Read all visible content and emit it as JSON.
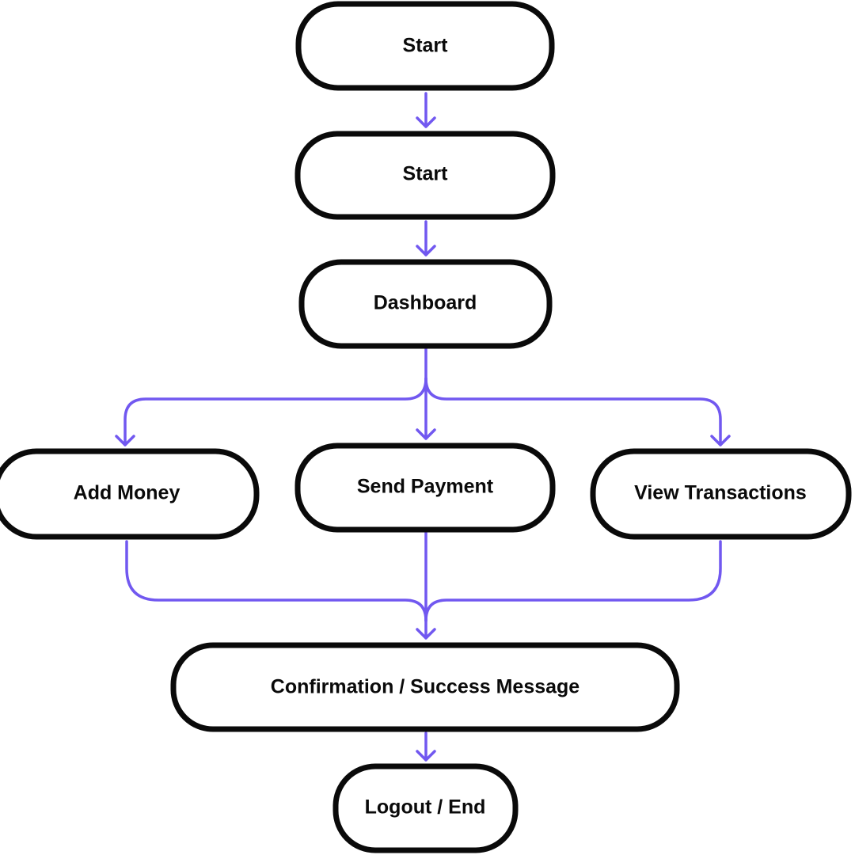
{
  "colors": {
    "node_border": "#0a0a0a",
    "node_fill": "#ffffff",
    "connector": "#7158f0",
    "text": "#0a0a0a"
  },
  "nodes": {
    "start_1": {
      "label": "Start"
    },
    "start_2": {
      "label": "Start"
    },
    "dashboard": {
      "label": "Dashboard"
    },
    "add_money": {
      "label": "Add Money"
    },
    "send_payment": {
      "label": "Send Payment"
    },
    "view_transactions": {
      "label": "View Transactions"
    },
    "confirmation": {
      "label": "Confirmation / Success Message"
    },
    "logout": {
      "label": "Logout / End"
    }
  }
}
